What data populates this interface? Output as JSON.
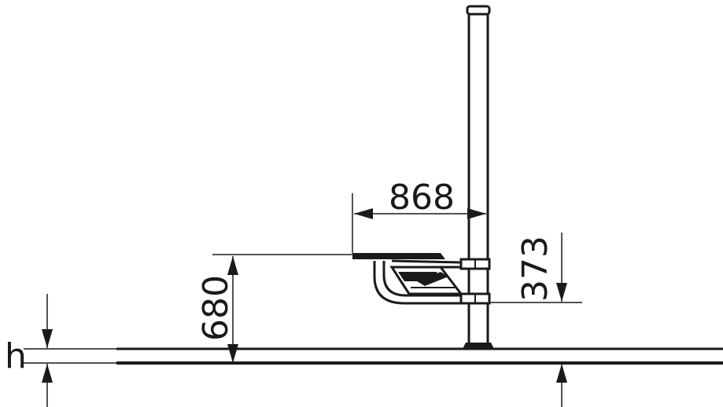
{
  "drawing": {
    "dimension_seat_depth": "868",
    "dimension_seat_height": "680",
    "dimension_mount_height": "373",
    "dimension_floor_thickness_label": "h",
    "line_color": "#1a1a1a",
    "background_color": "#ffffff"
  }
}
